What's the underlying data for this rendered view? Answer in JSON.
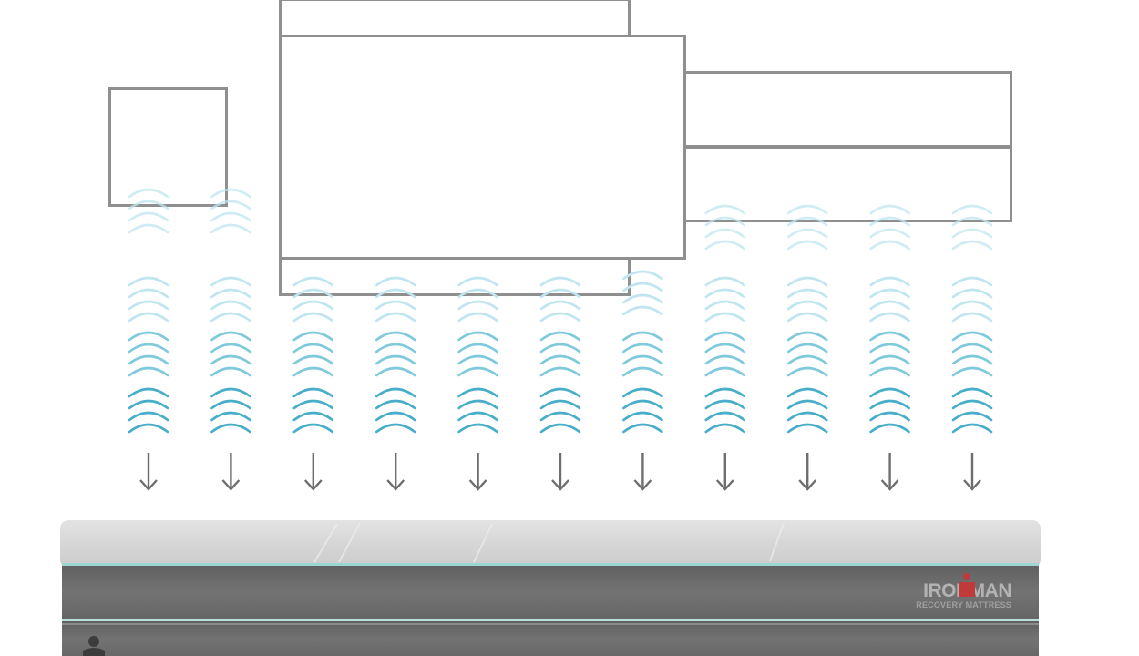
{
  "diagram": {
    "colors": {
      "outline": "#8f8f8f",
      "arrow": "#6e6e6e",
      "wave_top": "#bfe5f1",
      "wave_mid": "#7fc9dd",
      "wave_bottom": "#47adc9",
      "mattress_top": "#d9d9d9",
      "mattress_band": "#6b6b6b",
      "mattress_stripe": "#9fd5d0",
      "logo_red": "#c0393b"
    },
    "wave_columns": 11,
    "arrows": 11,
    "wave_icon": "heat-wave-icon",
    "arrow_icon": "arrow-down-icon"
  },
  "mattress": {
    "logo_top": "IRONMAN",
    "logo_bottom": "RECOVERY MATTRESS"
  }
}
